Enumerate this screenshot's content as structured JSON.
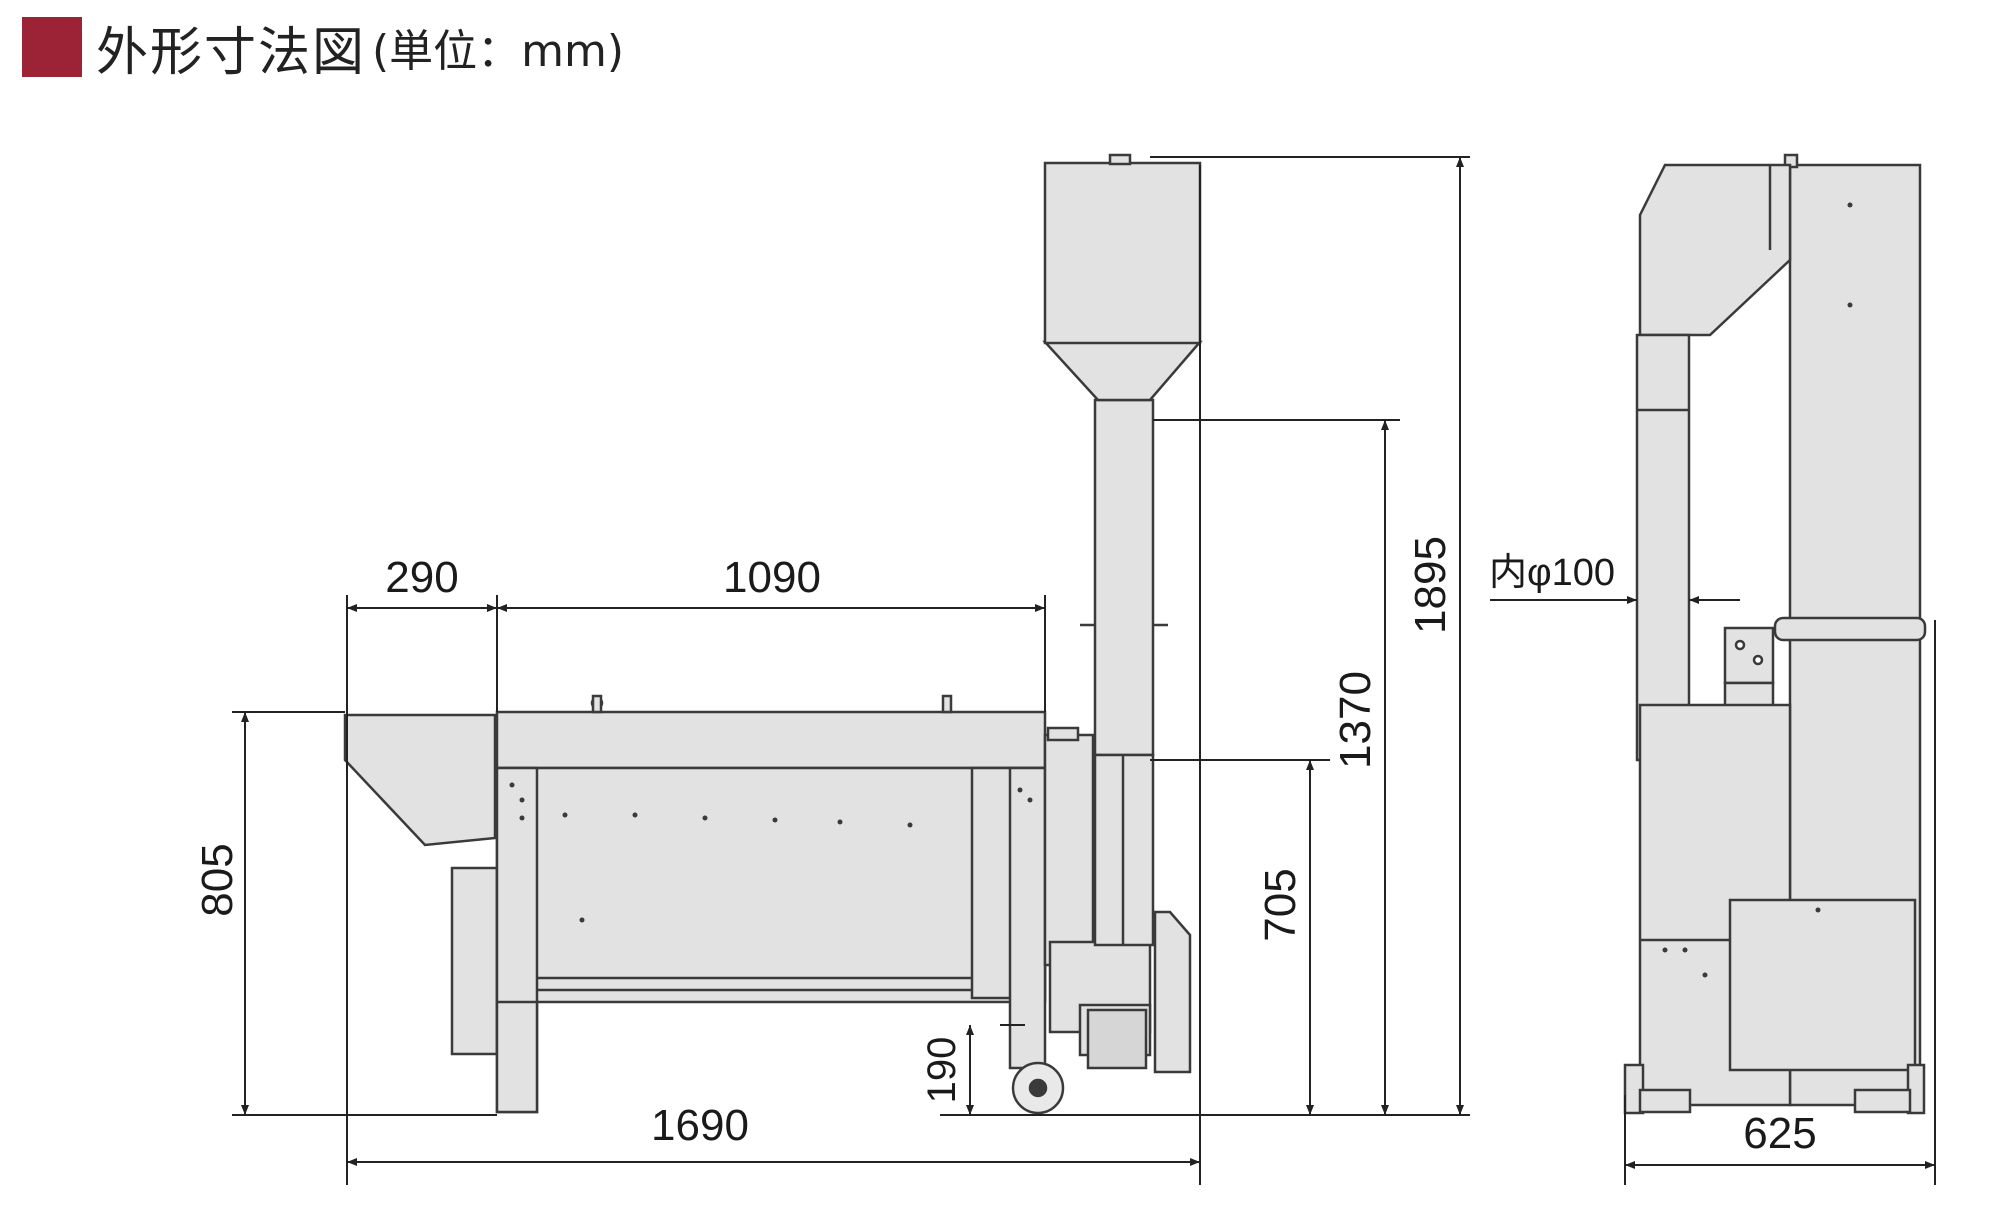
{
  "header": {
    "title": "外形寸法図",
    "unit": "(単位：mm)",
    "accent_color": "#9b2335"
  },
  "colors": {
    "body_fill": "#e2e2e2",
    "outline": "#3a3a3a",
    "dim_line": "#222222"
  },
  "dimensions": {
    "left_span": "290",
    "trough_length": "1090",
    "overall_length": "1690",
    "body_height": "805",
    "wheel_height": "190",
    "outlet_height": "705",
    "duct_height": "1370",
    "total_height": "1895",
    "duct_diameter": "内φ100",
    "side_width": "625"
  }
}
